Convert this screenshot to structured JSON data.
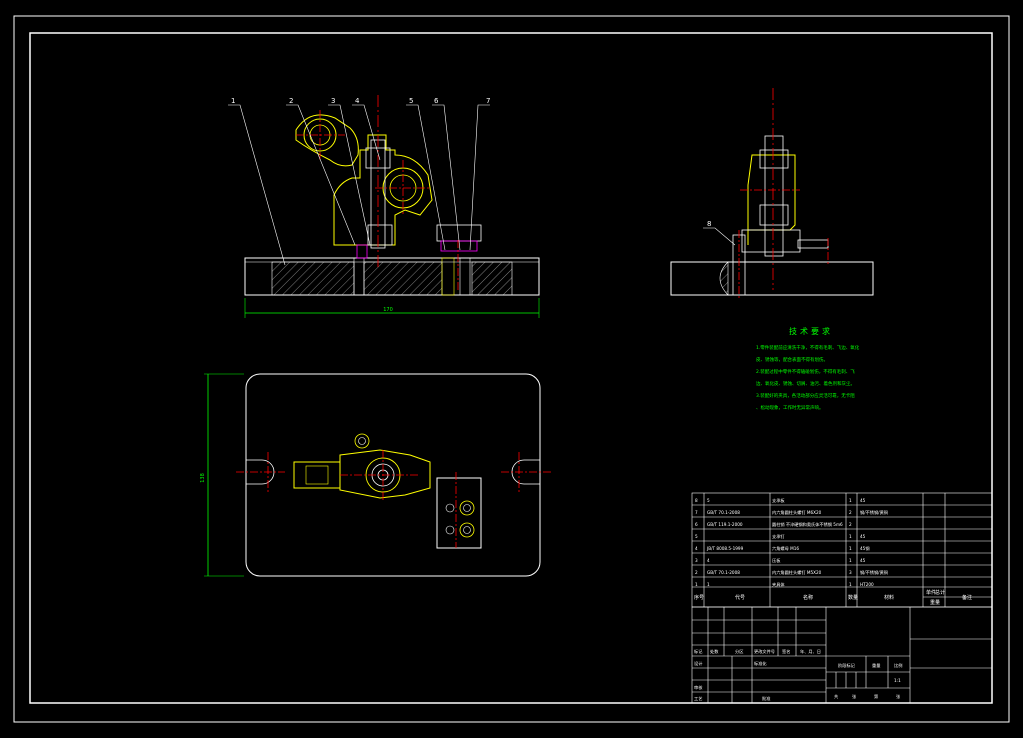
{
  "drawing": {
    "callouts": [
      "1",
      "2",
      "3",
      "4",
      "5",
      "6",
      "7",
      "8"
    ],
    "dimension_width": "170",
    "dimension_height": "138"
  },
  "tech_notes": {
    "title": "技术要求",
    "lines": [
      "1.零件装配前应清洗干净，不得有毛刺、飞边、氧化",
      "皮、锈蚀等，配合表面不得有划伤。",
      "2.装配过程中零件不得磕碰划伤，不得有毛刺、飞",
      "边、氧化皮、锈蚀、切屑、油污、着色剂和灰尘。",
      "3.装配好的夹具，各活动部分应灵活可靠，无卡阻",
      "、松动现象，工作时无异常声响。"
    ]
  },
  "bom": {
    "rows": [
      {
        "no": "8",
        "code": "5",
        "name": "支承板",
        "qty": "1",
        "material": "45",
        "note": ""
      },
      {
        "no": "7",
        "code": "GB/T 70.1-2008",
        "name": "内六角圆柱头螺钉 M6X20",
        "qty": "2",
        "material": "钢/不锈钢/黄铜",
        "note": ""
      },
      {
        "no": "6",
        "code": "GB/T 119.1-2000",
        "name": "圆柱销 不淬硬钢和奥氏体不锈钢 5m6",
        "qty": "2",
        "material": "",
        "note": ""
      },
      {
        "no": "5",
        "code": "",
        "name": "支承钉",
        "qty": "1",
        "material": "45",
        "note": ""
      },
      {
        "no": "4",
        "code": "JB/T 8008.5-1999",
        "name": "六角螺母 M16",
        "qty": "1",
        "material": "45钢",
        "note": ""
      },
      {
        "no": "3",
        "code": "4",
        "name": "压板",
        "qty": "1",
        "material": "45",
        "note": ""
      },
      {
        "no": "2",
        "code": "GB/T 70.1-2008",
        "name": "内六角圆柱头螺钉 M5X20",
        "qty": "3",
        "material": "钢/不锈钢/黄铜",
        "note": ""
      },
      {
        "no": "1",
        "code": "1",
        "name": "夹具体",
        "qty": "1",
        "material": "HT200",
        "note": ""
      }
    ],
    "headers": {
      "no": "序号",
      "code": "代号",
      "name": "名称",
      "qty": "数量",
      "material": "材料",
      "unit": "单件",
      "total": "总计",
      "weight": "重量",
      "note": "备注"
    }
  },
  "title_block": {
    "labels": [
      "标记",
      "处数",
      "分区",
      "更改文件号",
      "签名",
      "年、月、日"
    ],
    "designer": "设计",
    "standardization": "标准化",
    "review": "审核",
    "process": "工艺",
    "approve": "批准",
    "stage": "阶段标记",
    "weight": "重量",
    "scale": "比例",
    "scale_value": "1:1",
    "sheets": [
      "共",
      "张",
      "第",
      "张"
    ]
  },
  "colors": {
    "frame": "#ffffff",
    "part": "#ffff00",
    "center": "#ff0000",
    "dimension": "#00ff00",
    "text": "#00ff00",
    "leader": "#ffffff"
  }
}
